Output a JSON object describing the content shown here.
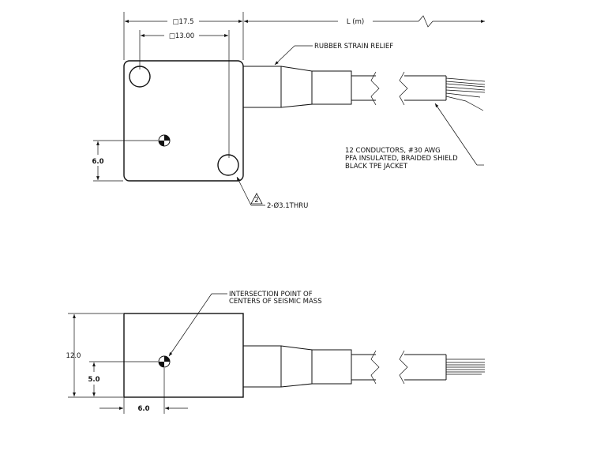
{
  "top_view": {
    "dim_outer": "□17.5",
    "dim_inner": "□13.00",
    "dim_length": "L (m)",
    "dim_height": "6.0",
    "strain_relief_label": "RUBBER STRAIN RELIEF",
    "cable_note_line1": "12 CONDUCTORS, #30 AWG",
    "cable_note_line2": "PFA INSULATED, BRAIDED SHIELD",
    "cable_note_line3": "BLACK TPE JACKET",
    "hole_note_number": "2",
    "hole_note": "2-Ø3.1THRU"
  },
  "side_view": {
    "dim_height": "12.0",
    "dim_mass_height": "5.0",
    "dim_mass_offset": "6.0",
    "mass_note_line1": "INTERSECTION POINT OF",
    "mass_note_line2": "CENTERS OF SEISMIC MASS"
  }
}
